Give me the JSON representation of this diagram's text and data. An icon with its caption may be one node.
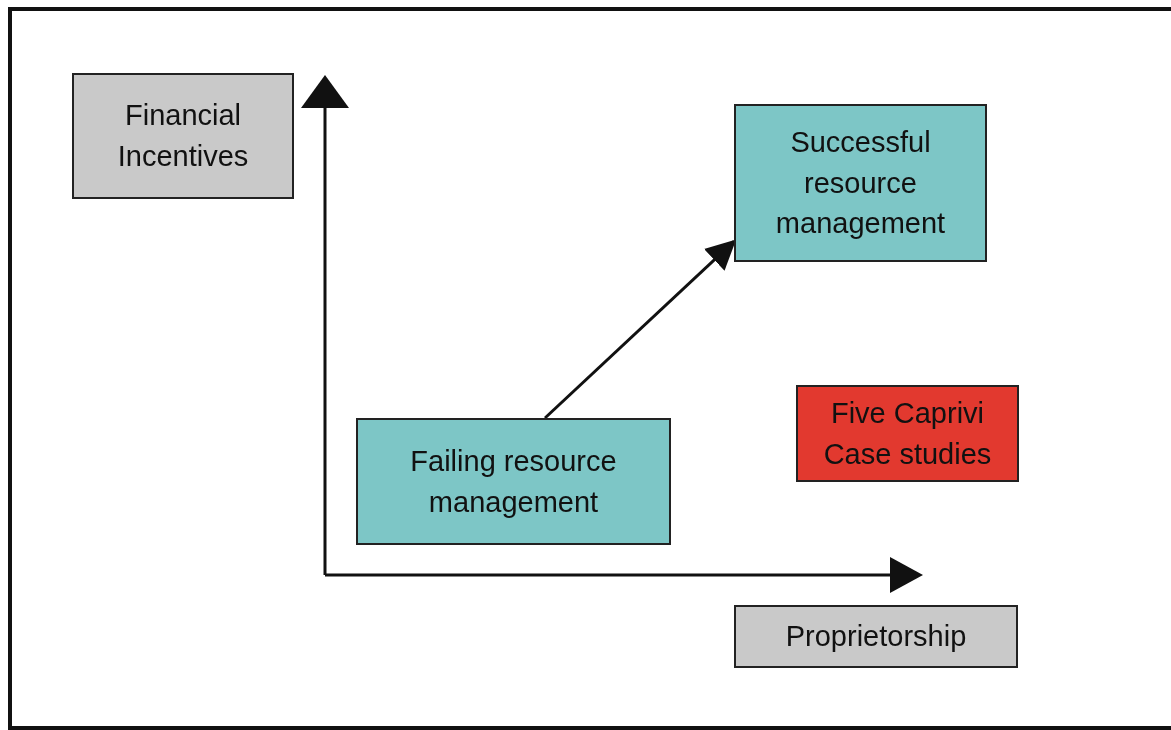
{
  "diagram": {
    "nodes": [
      {
        "text": [
          "Financial Incentives"
        ]
      },
      {
        "text": [
          "Successful resource management"
        ]
      },
      {
        "text": [
          "Five Caprivi Case studies"
        ]
      },
      {
        "text": [
          "Failing resource management"
        ]
      },
      {
        "text": [
          "Proprietorship"
        ]
      }
    ],
    "edges": [
      {
        "from": 3,
        "to": 1,
        "arrow": "to"
      }
    ]
  }
}
